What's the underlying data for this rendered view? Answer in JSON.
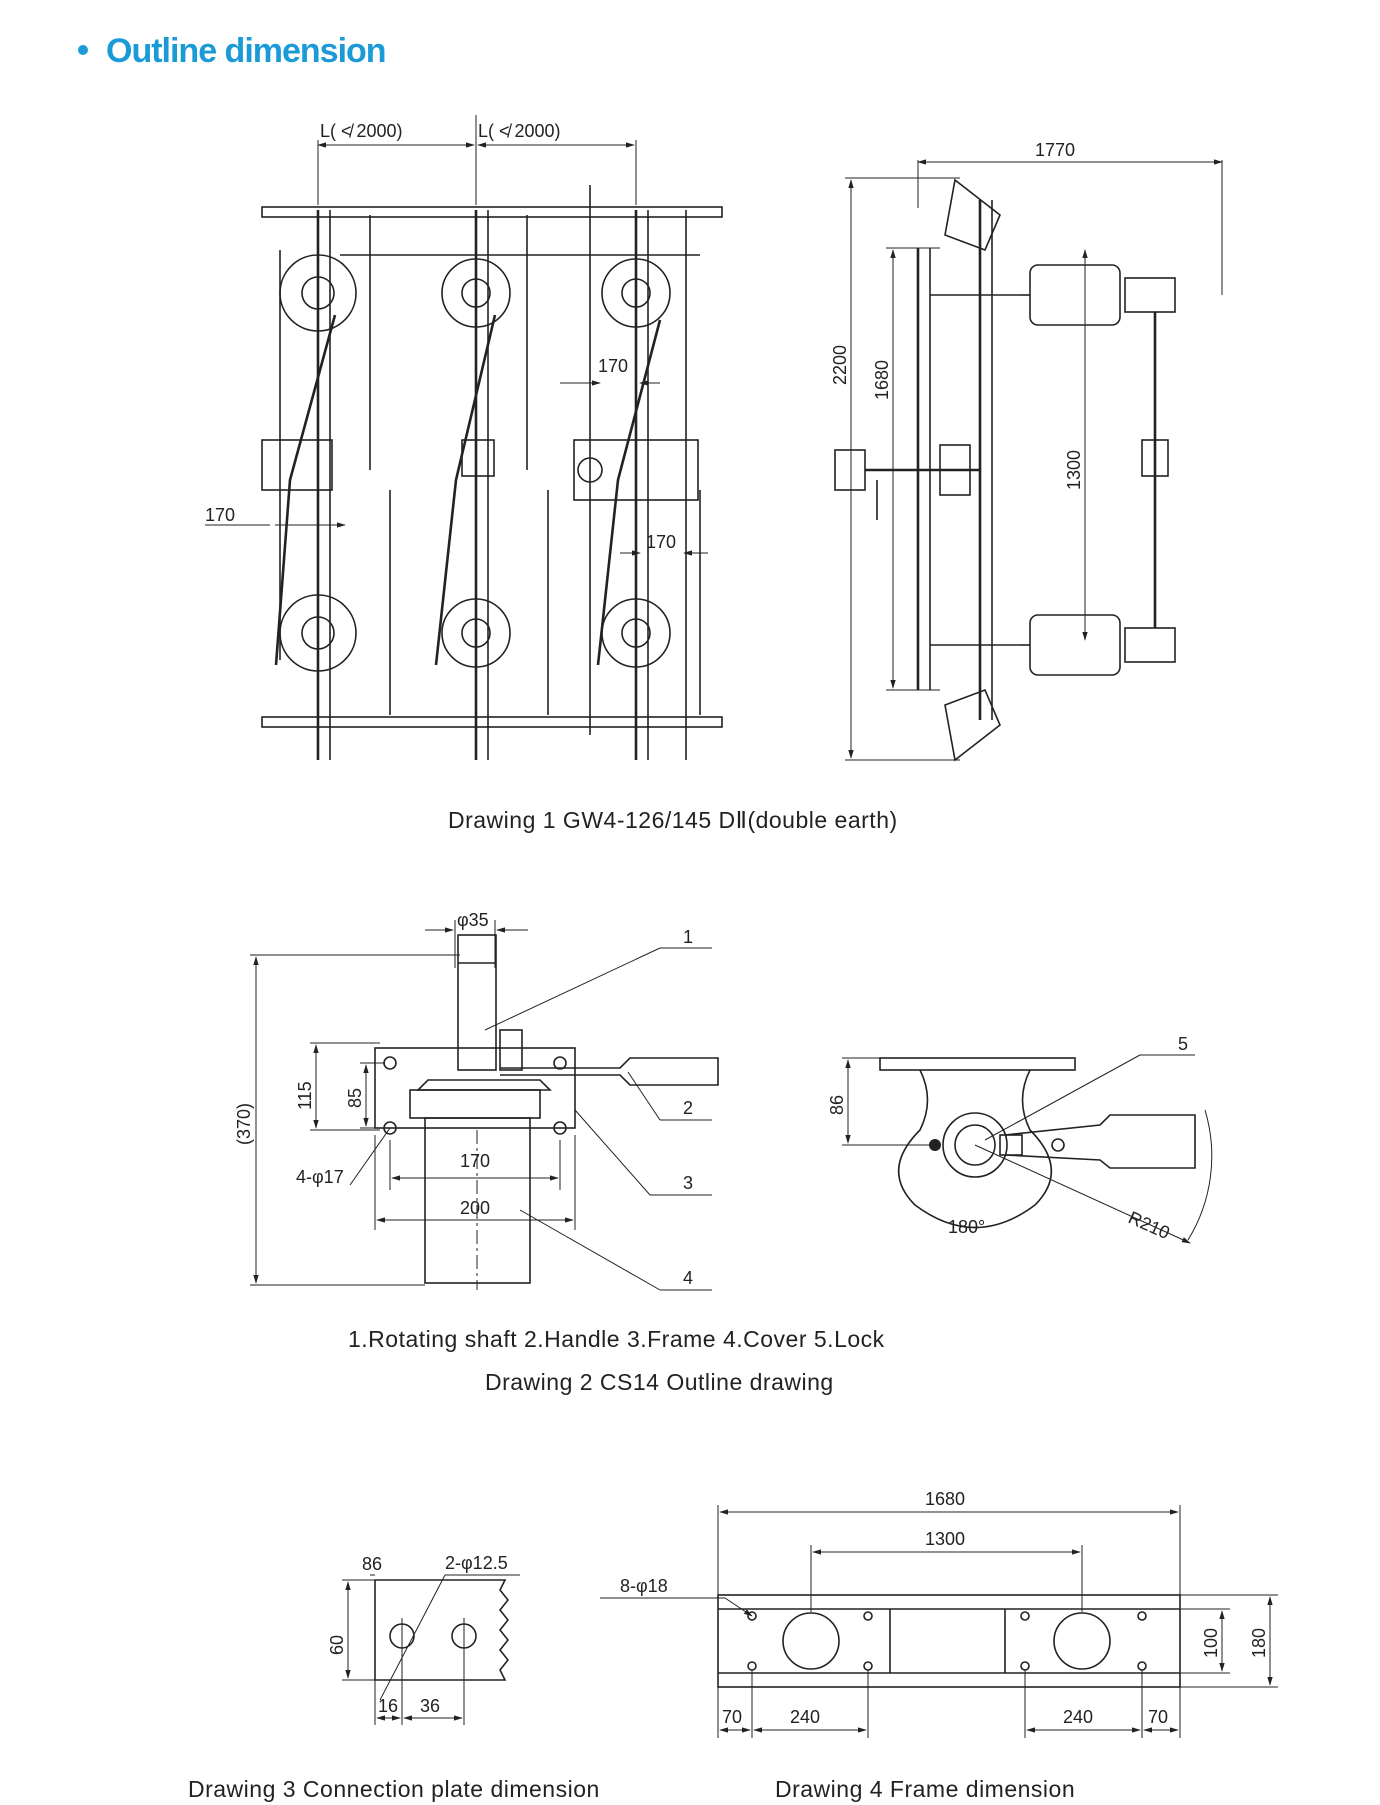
{
  "header": {
    "title": "Outline dimension",
    "color": "#1a9bd7"
  },
  "drawing1": {
    "caption": "Drawing 1  GW4-126/145 DⅡ(double earth)",
    "dims": {
      "L1": "L( ≮ 2000)",
      "L2": "L( ≮ 2000)",
      "d170a": "170",
      "d170b": "170",
      "d170c": "170",
      "d1770": "1770",
      "d2200": "2200",
      "d1680": "1680",
      "d1300": "1300"
    }
  },
  "drawing2": {
    "legend": "1.Rotating shaft   2.Handle    3.Frame    4.Cover   5.Lock",
    "caption": "Drawing 2  CS14 Outline drawing",
    "dims": {
      "phi35": "φ35",
      "d370": "(370)",
      "d115": "115",
      "d85": "85",
      "holes": "4-φ17",
      "d170": "170",
      "d200": "200",
      "d86": "86",
      "r210": "R210",
      "a180": "180°"
    },
    "callouts": [
      "1",
      "2",
      "3",
      "4",
      "5"
    ]
  },
  "drawing3": {
    "caption": "Drawing 3  Connection plate dimension",
    "dims": {
      "d86": "86",
      "holes": "2-φ12.5",
      "d60": "60",
      "d16": "16",
      "d36": "36"
    }
  },
  "drawing4": {
    "caption": "Drawing 4 Frame dimension",
    "dims": {
      "d1680": "1680",
      "d1300": "1300",
      "holes": "8-φ18",
      "d100": "100",
      "d180": "180",
      "d70a": "70",
      "d240a": "240",
      "d240b": "240",
      "d70b": "70"
    }
  }
}
